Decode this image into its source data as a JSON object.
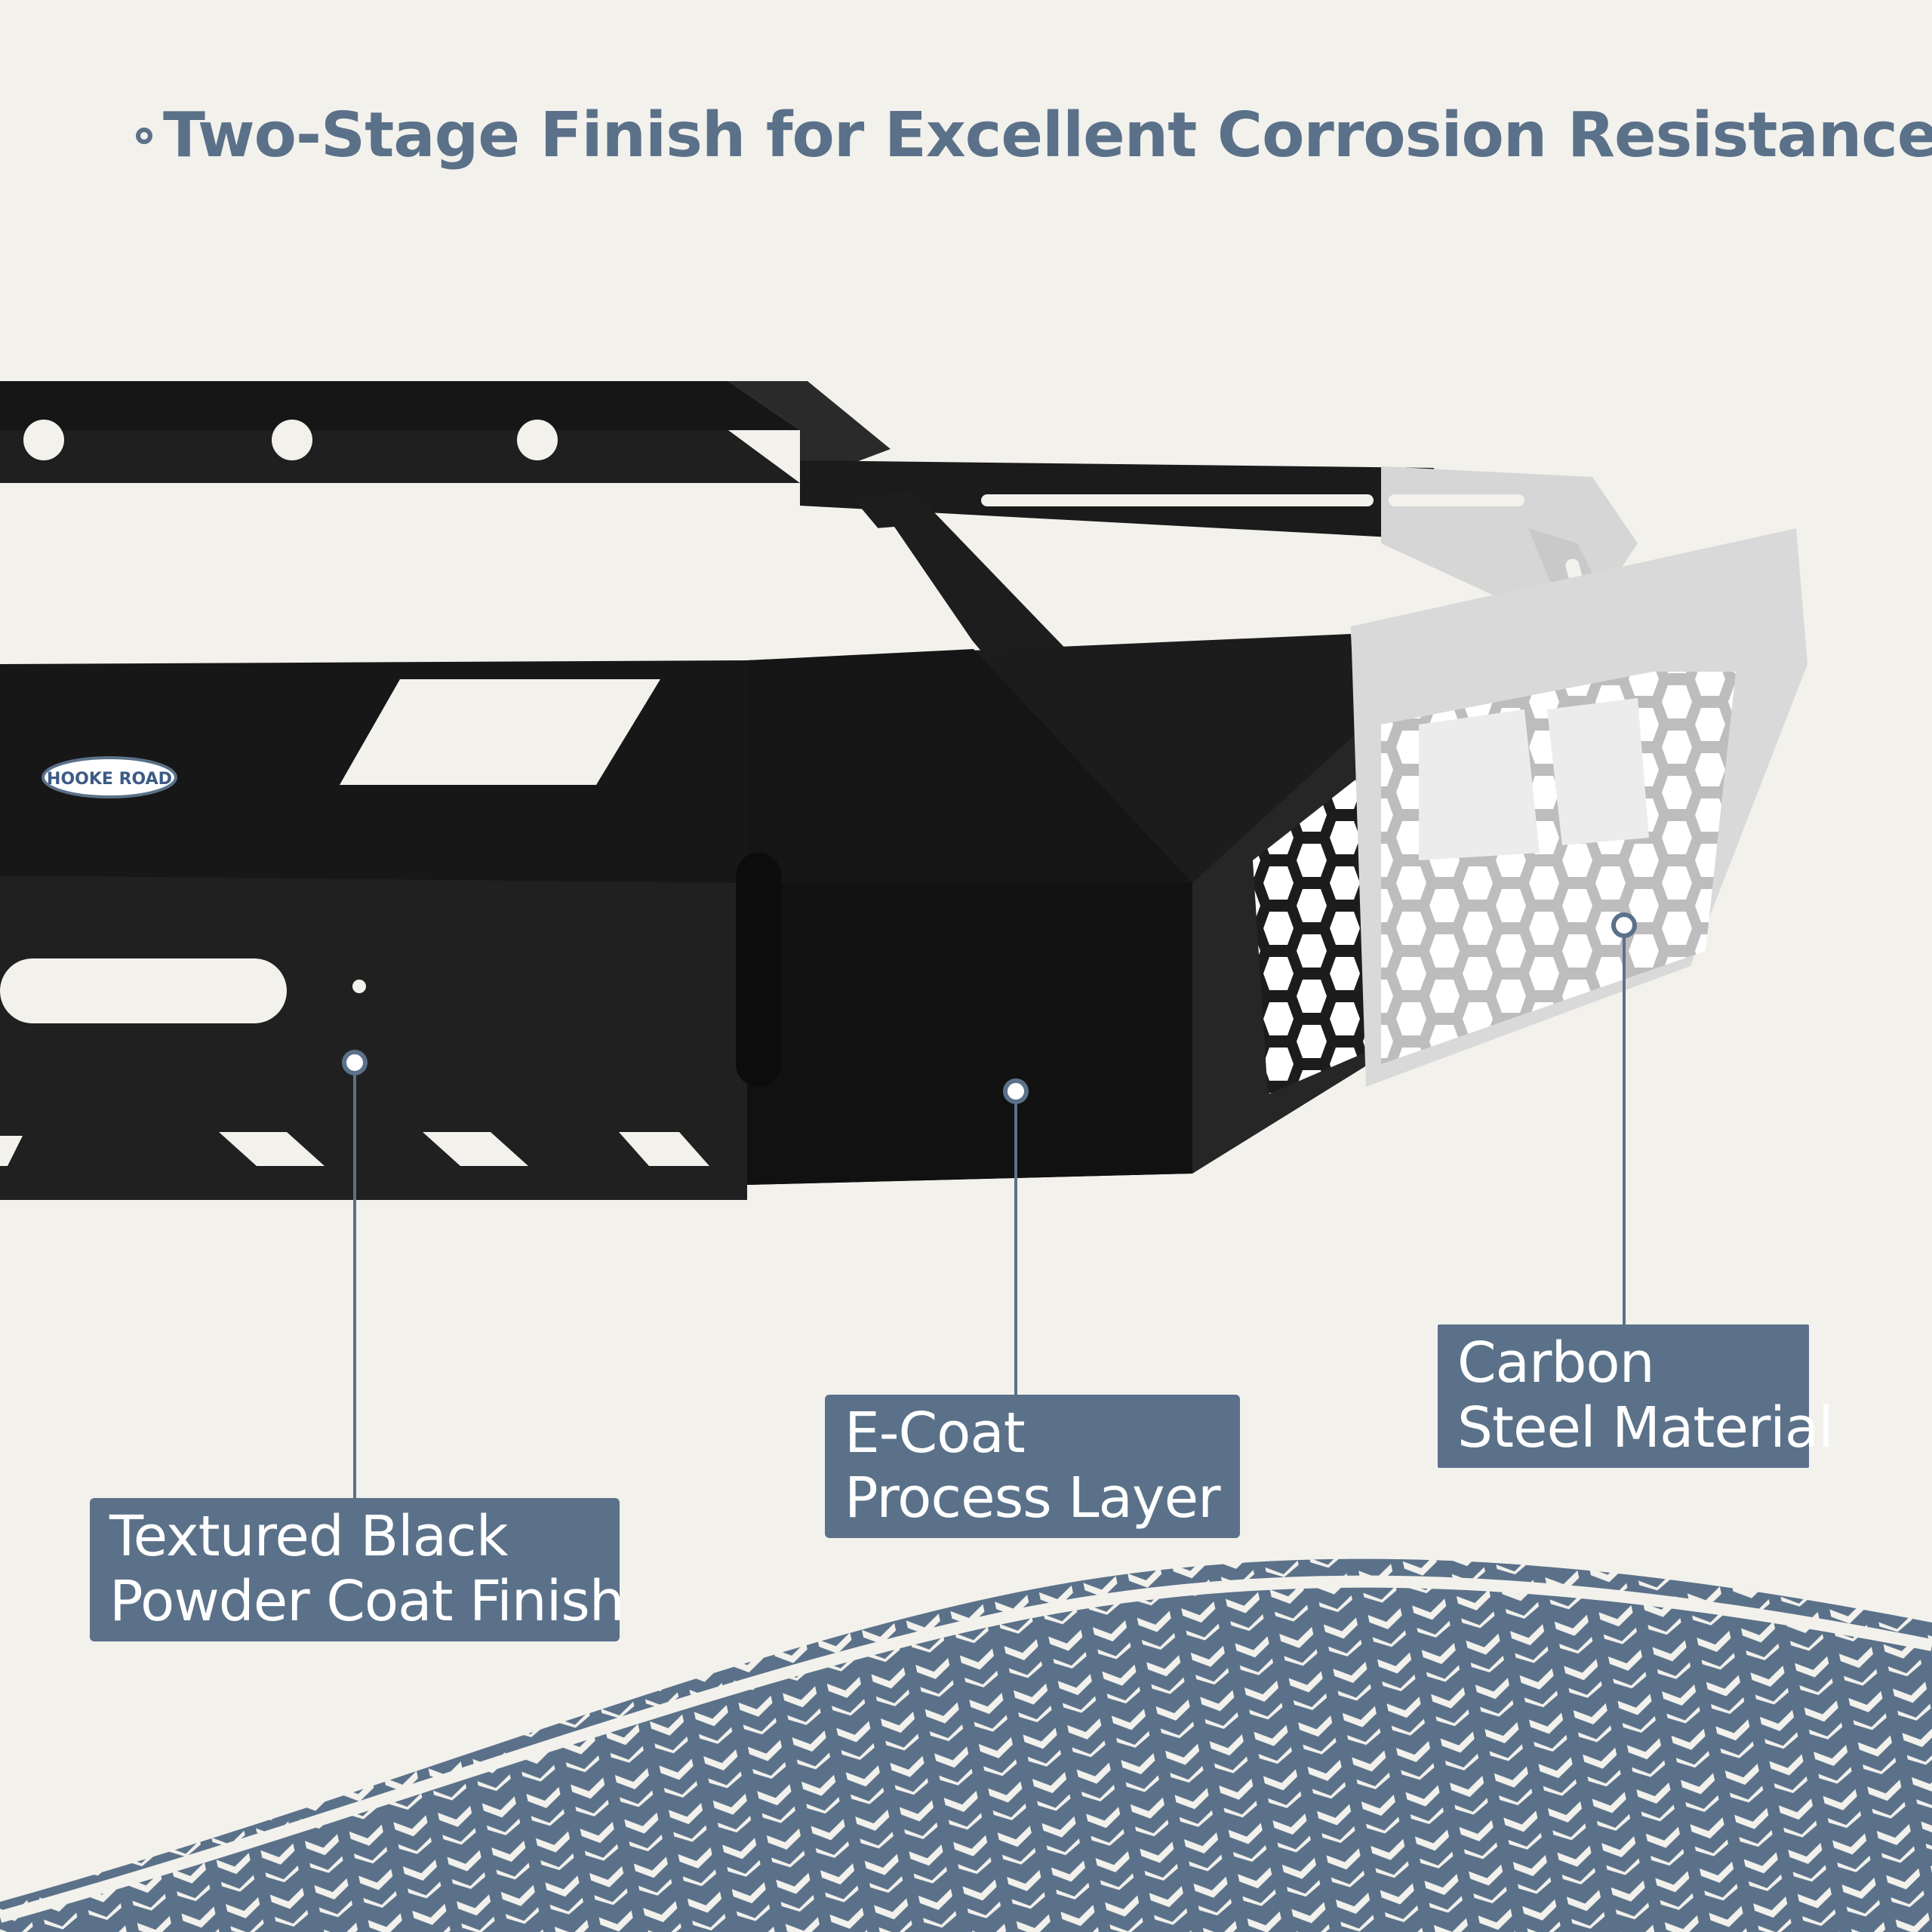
{
  "heading": "Two-Stage Finish for Excellent Corrosion Resistance",
  "brand_badge": "HOOKE ROAD",
  "callouts": [
    {
      "id": "powder",
      "line1": "Textured Black",
      "line2": "Powder Coat Finish"
    },
    {
      "id": "ecoat",
      "line1": "E-Coat",
      "line2": "Process Layer"
    },
    {
      "id": "carbon",
      "line1": "Carbon",
      "line2": "Steel Material"
    }
  ],
  "colors": {
    "accent": "#5a7189",
    "background": "#f3f1ec",
    "bumper_black": "#1a1a1a",
    "steel_silver": "#dcdcdc"
  }
}
